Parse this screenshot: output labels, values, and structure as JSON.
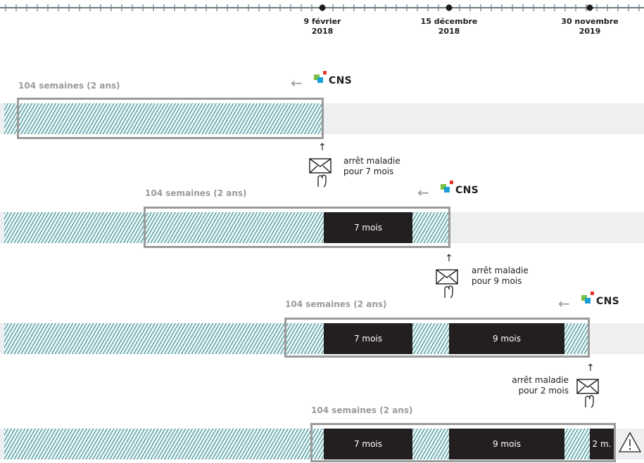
{
  "timeline": {
    "dates": [
      {
        "line1": "9 février",
        "line2": "2018"
      },
      {
        "line1": "15 décembre",
        "line2": "2018"
      },
      {
        "line1": "30 novembre",
        "line2": "2019"
      }
    ]
  },
  "logo": {
    "text": "CNS"
  },
  "rows": [
    {
      "period_label": "104 semaines (2 ans)",
      "blocks": []
    },
    {
      "period_label": "104 semaines (2 ans)",
      "blocks": [
        "7 mois"
      ]
    },
    {
      "period_label": "104 semaines (2 ans)",
      "blocks": [
        "7 mois",
        "9 mois"
      ]
    },
    {
      "period_label": "104 semaines (2 ans)",
      "blocks": [
        "7 mois",
        "9 mois",
        "2 m."
      ]
    }
  ],
  "notes": [
    {
      "line1": "arrêt maladie",
      "line2": "pour 7 mois"
    },
    {
      "line1": "arrêt maladie",
      "line2": "pour 9 mois"
    },
    {
      "line1": "arrêt maladie",
      "line2": "pour 2 mois"
    }
  ],
  "colors": {
    "hatch": "#4a9a9e",
    "block": "#231f20",
    "frame": "#9b9b9b",
    "track": "#eeeff1"
  }
}
